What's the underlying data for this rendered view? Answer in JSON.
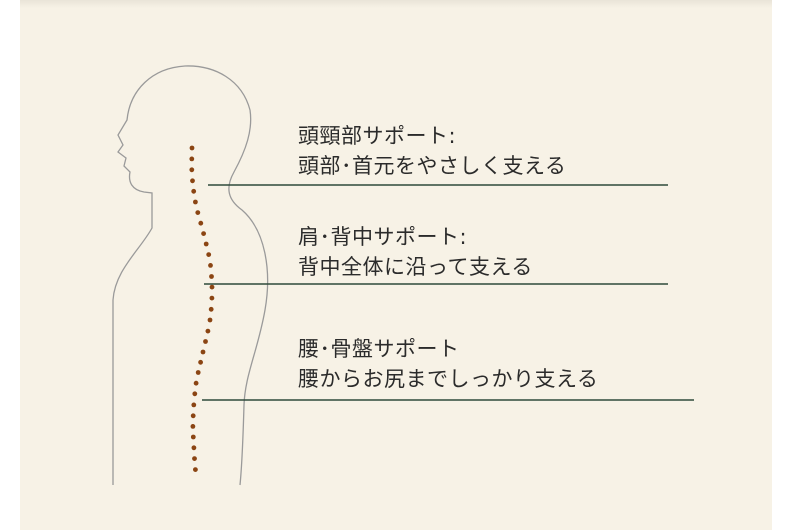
{
  "colors": {
    "background": "#f7f2e6",
    "body_outline": "#9a9a9a",
    "spine_dots": "#8b4513",
    "leader_lines": "#2f4a3a",
    "text": "#2b2b2b"
  },
  "annotations": [
    {
      "title": "頭頸部サポート:",
      "description": "頭部･首元をやさしく支える"
    },
    {
      "title": "肩･背中サポート:",
      "description": "背中全体に沿って支える"
    },
    {
      "title": "腰･骨盤サポート",
      "description": "腰からお尻までしっかり支える"
    }
  ]
}
